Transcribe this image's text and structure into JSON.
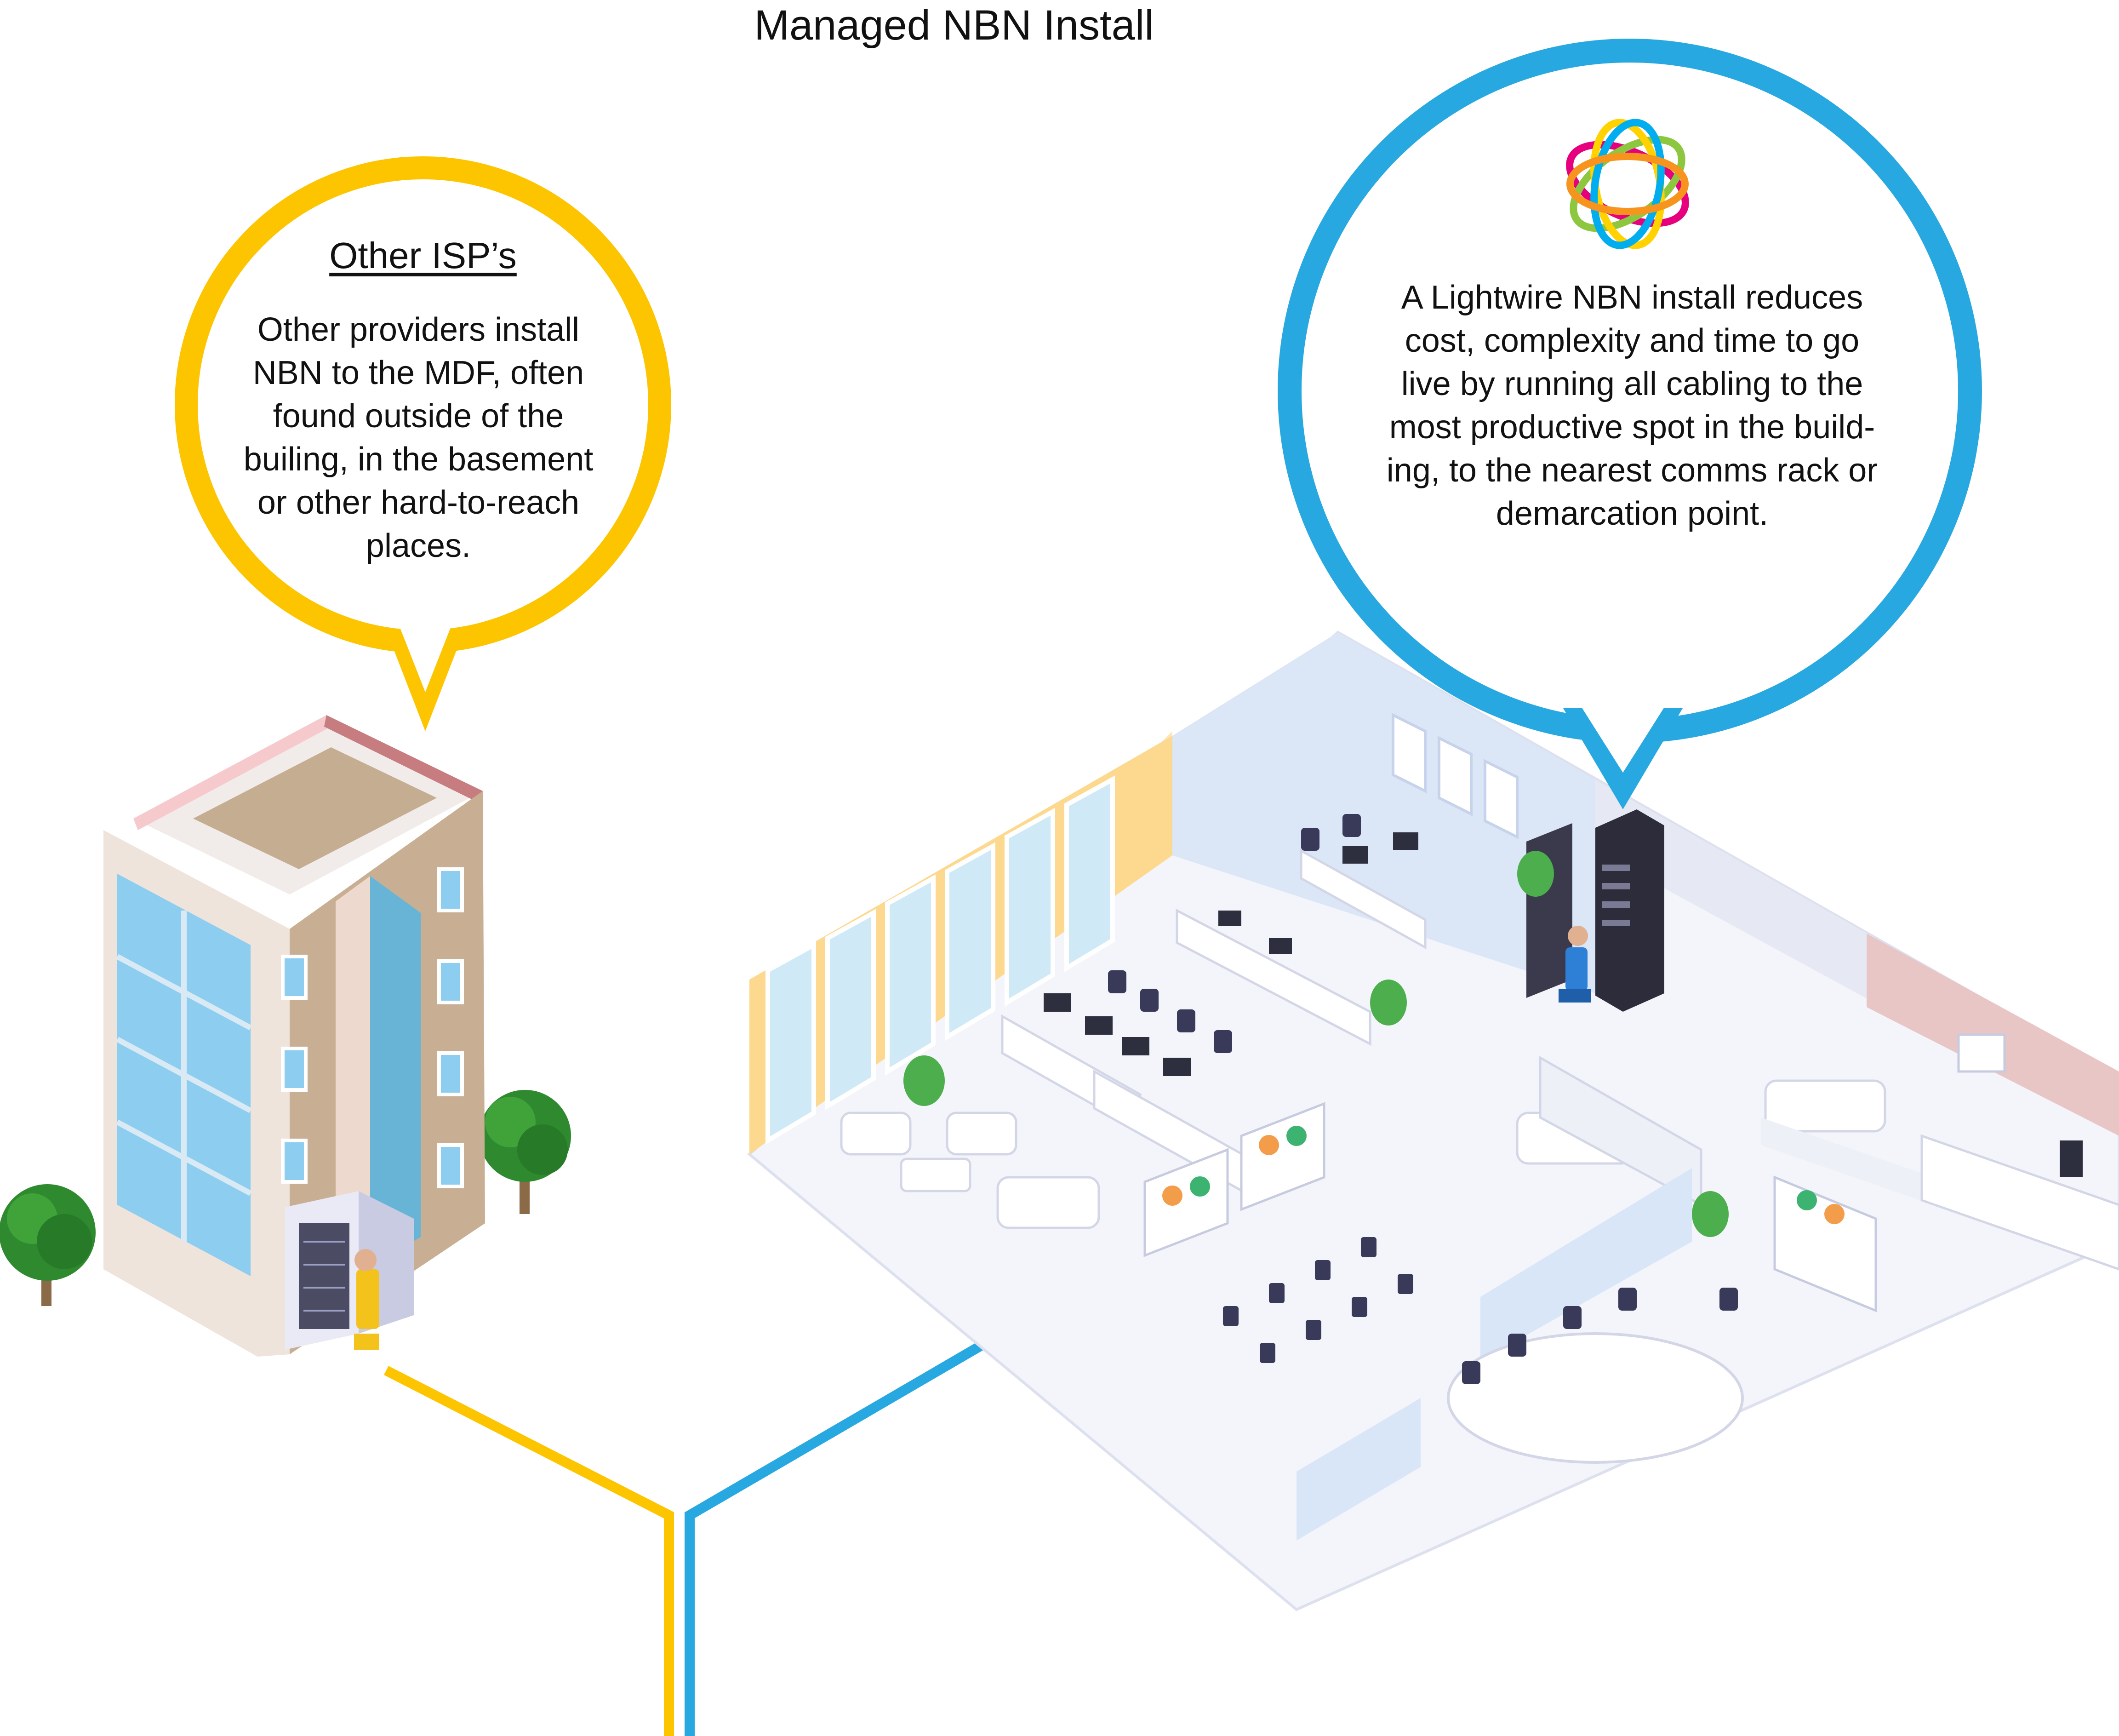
{
  "title": "Managed NBN Install",
  "other_isp": {
    "heading": "Other ISP’s",
    "body": "Other providers install\nNBN to the MDF, often\nfound outside of the\nbuiling, in the basement\nor other hard-to-reach\nplaces.",
    "color": "#FDC400"
  },
  "lightwire": {
    "body": "A Lightwire NBN install reduces\ncost, complexity and time to go\nlive by running all cabling to the\nmost productive spot in the build-\ning, to the nearest comms rack or\ndemarcation point.",
    "color": "#28A8E0",
    "logo": "lightwire-orbit-logo"
  },
  "illustrations": {
    "left": "isometric-apartment-building-with-mdf-technician",
    "right": "isometric-open-plan-office-with-comms-rack-technician"
  }
}
